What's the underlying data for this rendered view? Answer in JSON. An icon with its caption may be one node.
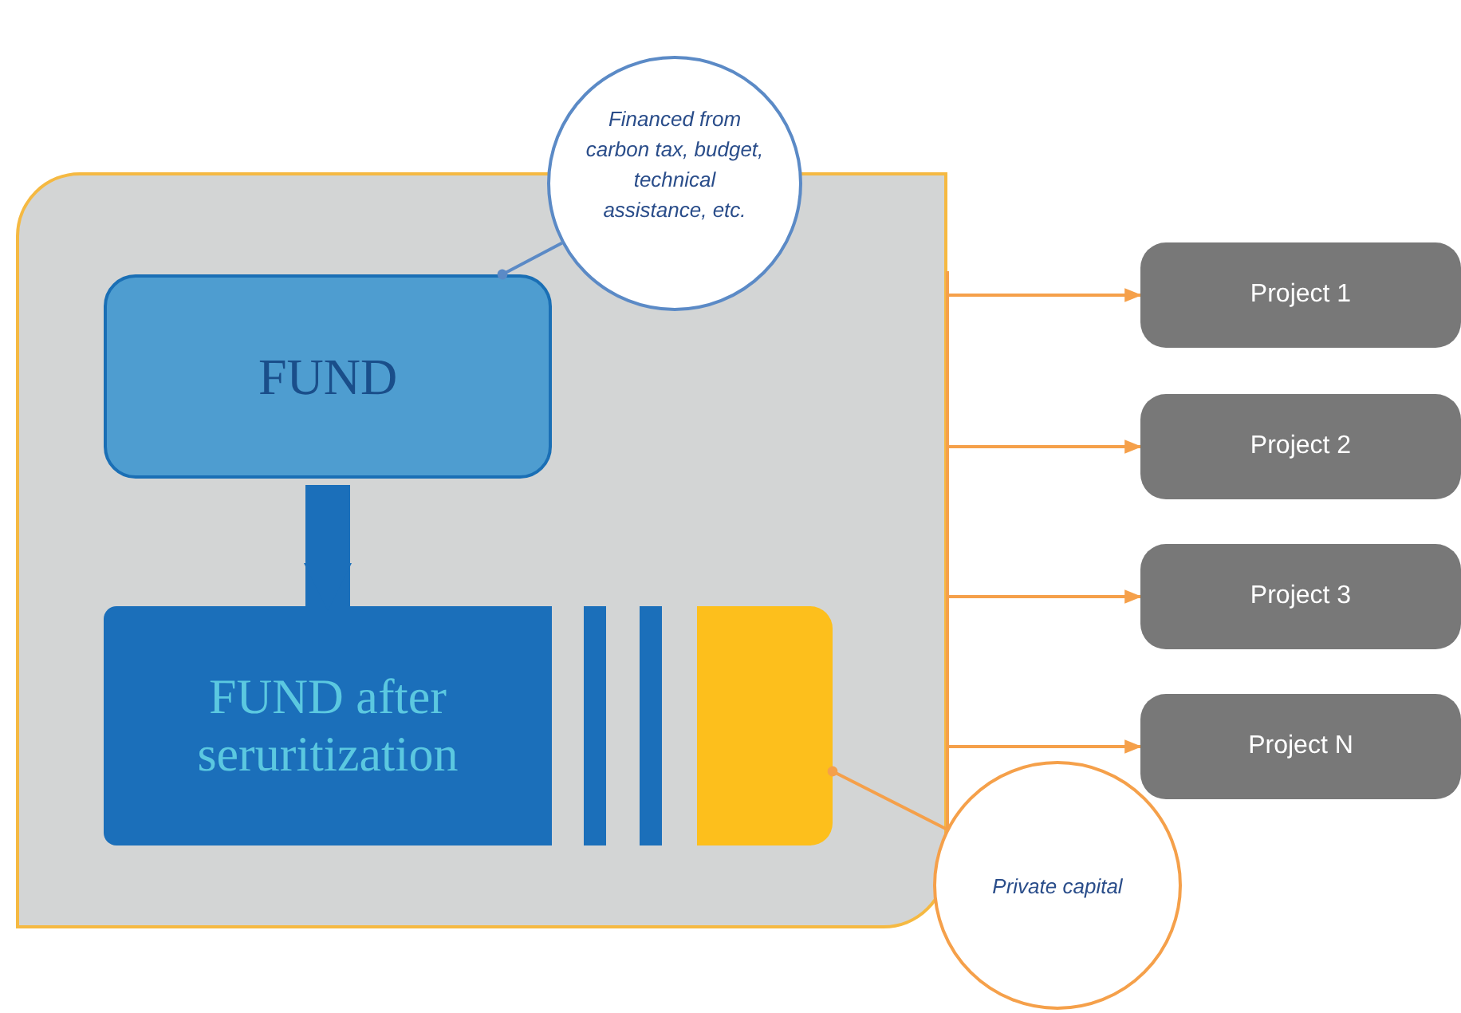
{
  "diagram": {
    "nodes": [
      {
        "text": [],
        "shape": "box"
      },
      {
        "text": [
          "FUND"
        ],
        "in": 0
      },
      {
        "text": [
          "FUND after seruritization"
        ],
        "in": 0
      },
      {
        "text": [],
        "shape": "bar",
        "in": 0
      },
      {
        "text": [],
        "shape": "bar",
        "in": 0
      },
      {
        "text": [],
        "shape": "box",
        "in": 0
      },
      {
        "text": [
          "Financed from carbon tax, budget, technical assistance, etc."
        ]
      },
      {
        "text": [
          "Private capital"
        ]
      },
      {
        "text": [
          "Project 1"
        ]
      },
      {
        "text": [
          "Project 2"
        ]
      },
      {
        "text": [
          "Project 3"
        ]
      },
      {
        "text": [
          "Project N"
        ]
      }
    ],
    "edges": [
      {
        "from": 6,
        "to": 1,
        "arrow": "other",
        "color": "#5b8ac6"
      },
      {
        "from": 1,
        "to": 2,
        "arrow": "to",
        "style": "thick",
        "color": "#1b6fba"
      },
      {
        "from": 7,
        "to": 5,
        "arrow": "other"
      },
      {
        "from": 0,
        "to": 8,
        "arrow": "to"
      },
      {
        "from": 0,
        "to": 9,
        "arrow": "to"
      },
      {
        "from": 0,
        "to": 10,
        "arrow": "to"
      },
      {
        "from": 0,
        "to": 11,
        "arrow": "to"
      }
    ]
  }
}
